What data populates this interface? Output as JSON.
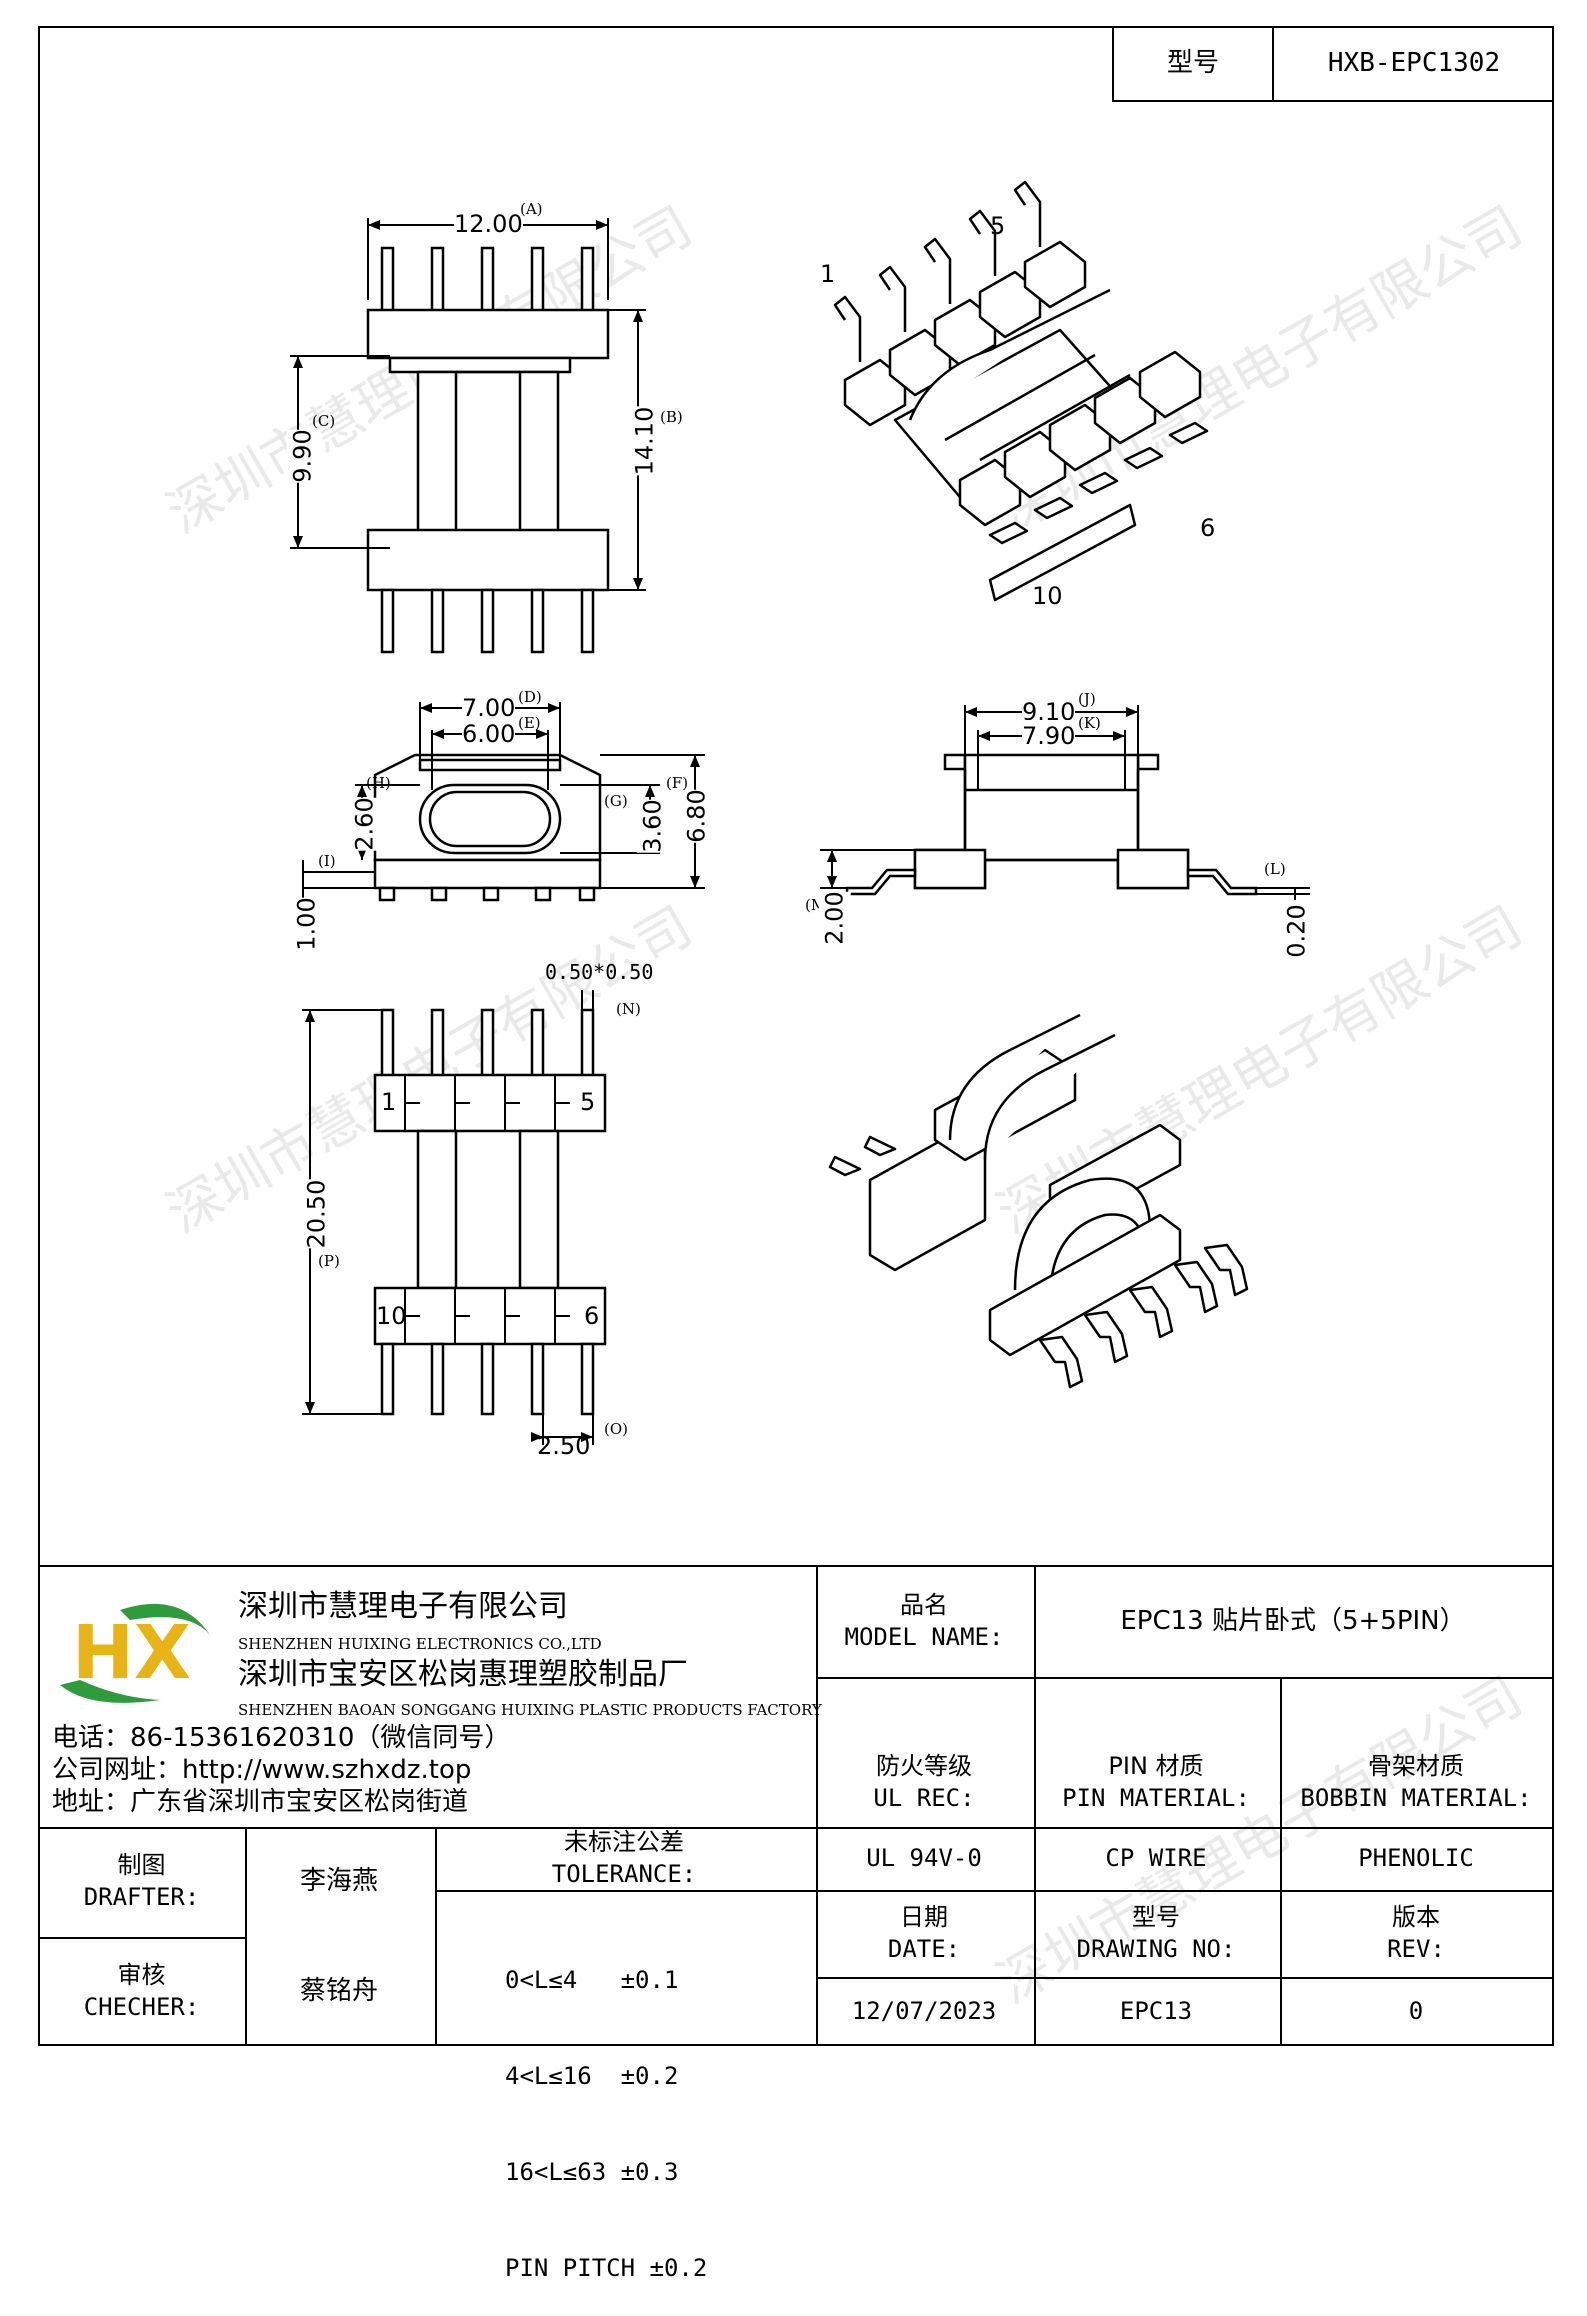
{
  "header": {
    "model_label": "型号",
    "model_value": "HXB-EPC1302"
  },
  "watermark": "深圳市慧理电子有限公司",
  "dims": {
    "A": "12.00",
    "A_tag": "(A)",
    "B": "14.10",
    "B_tag": "(B)",
    "C": "9.90",
    "C_tag": "(C)",
    "D": "7.00",
    "D_tag": "(D)",
    "E": "6.00",
    "E_tag": "(E)",
    "F": "6.80",
    "F_tag": "(F)",
    "G": "3.60",
    "G_tag": "(G)",
    "H": "2.60",
    "H_tag": "(H)",
    "I": "1.00",
    "I_tag": "(I)",
    "J": "9.10",
    "J_tag": "(J)",
    "K": "7.90",
    "K_tag": "(K)",
    "L": "0.20",
    "L_tag": "(L)",
    "M": "2.00",
    "M_tag": "(M)",
    "N": "0.50*0.50",
    "N_tag": "(N)",
    "P": "20.50",
    "P_tag": "(P)",
    "O": "2.50",
    "O_tag": "(O)"
  },
  "pins": {
    "p1": "1",
    "p5": "5",
    "p6": "6",
    "p10": "10"
  },
  "company": {
    "name_cn": "深圳市慧理电子有限公司",
    "name_en": "SHENZHEN HUIXING ELECTRONICS CO.,LTD",
    "factory_cn": "深圳市宝安区松岗惠理塑胶制品厂",
    "factory_en": "SHENZHEN BAOAN SONGGANG HUIXING PLASTIC PRODUCTS FACTORY",
    "phone": "电话：86-15361620310（微信同号）",
    "website": "公司网址：http://www.szhxdz.top",
    "address": "地址：广东省深圳市宝安区松岗街道",
    "logo_letters": "HX"
  },
  "table": {
    "model_name_cn": "品名",
    "model_name_en": "MODEL NAME:",
    "model_name_value": "EPC13 贴片卧式（5+5PIN）",
    "ul_cn": "防火等级",
    "ul_en": "UL REC:",
    "ul_value": "UL 94V-0",
    "pin_cn": "PIN 材质",
    "pin_en": "PIN MATERIAL:",
    "pin_value": "CP WIRE",
    "bobbin_cn": "骨架材质",
    "bobbin_en": "BOBBIN MATERIAL:",
    "bobbin_value": "PHENOLIC",
    "drafter_cn": "制图",
    "drafter_en": "DRAFTER:",
    "drafter_value": "李海燕",
    "checker_cn": "审核",
    "checker_en": "CHECHER:",
    "checker_value": "蔡铭舟",
    "tol_cn": "未标注公差",
    "tol_en": "TOLERANCE:",
    "tol_lines": [
      "0<L≤4   ±0.1",
      "4<L≤16  ±0.2",
      "16<L≤63 ±0.3",
      "PIN PITCH ±0.2"
    ],
    "date_cn": "日期",
    "date_en": "DATE:",
    "date_value": "12/07/2023",
    "dwg_cn": "型号",
    "dwg_en": "DRAWING NO:",
    "dwg_value": "EPC13",
    "rev_cn": "版本",
    "rev_en": "REV:",
    "rev_value": "0"
  }
}
